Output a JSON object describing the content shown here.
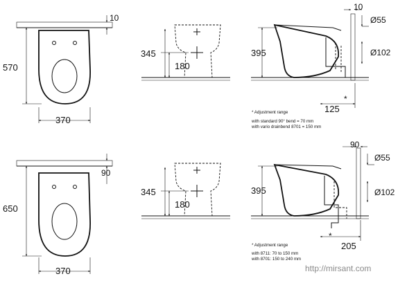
{
  "top_row": {
    "plan": {
      "length": "570",
      "width": "370",
      "offset": "10"
    },
    "front": {
      "outlet_height": "345",
      "pan_height": "180"
    },
    "side": {
      "height": "395",
      "offset": "10",
      "inlet": "Ø55",
      "outlet": "Ø102",
      "drain_distance": "125",
      "asterisk": "*",
      "notes": [
        "* Adjustment range",
        "with standard 90° bend = 70 mm",
        "with vario drainbend 8701 = 150 mm"
      ]
    }
  },
  "bottom_row": {
    "plan": {
      "length": "650",
      "width": "370",
      "offset": "90"
    },
    "front": {
      "outlet_height": "345",
      "pan_height": "180"
    },
    "side": {
      "height": "395",
      "offset": "90",
      "inlet": "Ø55",
      "outlet": "Ø102",
      "drain_distance": "205",
      "asterisk": "*",
      "notes": [
        "* Adjustment range",
        "with 8711: 70 to 150 mm",
        "with 8701: 150 to 240 mm"
      ]
    }
  },
  "watermark": "http://mirsant.com"
}
